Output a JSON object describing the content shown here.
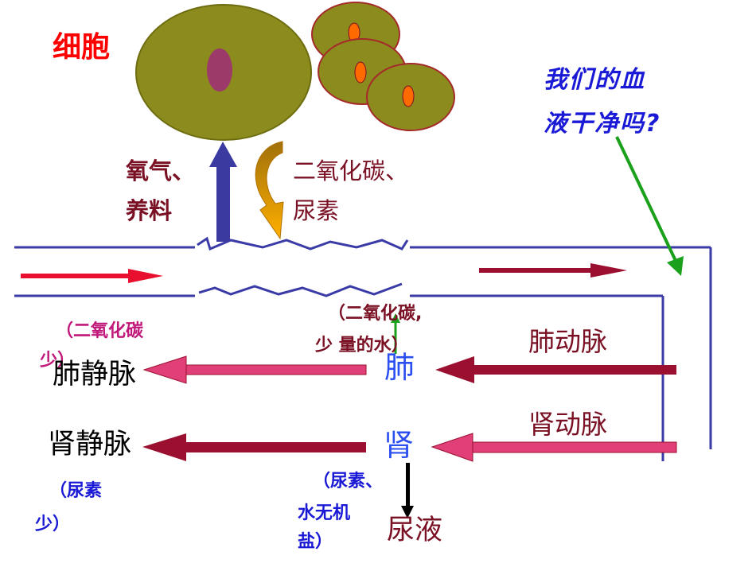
{
  "labels": {
    "cell": "细胞",
    "question_line1": "我们的血",
    "question_line2": "液干净吗?",
    "oxygen_line1": "氧气、",
    "oxygen_line2": "养料",
    "co2_line1": "二氧化碳、",
    "co2_line2": "尿素",
    "lung_note_line1": "（二氧化碳,",
    "lung_note_line2": "少  量的水）",
    "pulmonary_vein_note_line1": "（二氧化碳",
    "pulmonary_vein_note_line2": "少）",
    "pulmonary_vein": "肺静脉",
    "pulmonary_artery": "肺动脉",
    "lung": "肺",
    "renal_vein": "肾静脉",
    "renal_artery": "肾动脉",
    "kidney": "肾",
    "renal_vein_note_line1": "（尿素",
    "renal_vein_note_line2": "少）",
    "urine_note_line1": "（尿素、",
    "urine_note_line2": "水无机",
    "urine_note_line3": "盐）",
    "urine": "尿液"
  },
  "colors": {
    "vessel": "#3b3ba8",
    "cell_fill": "#8b8b1e",
    "cell_edge": "#a52a2a",
    "nucleus_large": "#9c3a6a",
    "nucleus_small": "#ff6a00",
    "artery_arrow": "#9b1030",
    "vein_arrow": "#e03f78",
    "flow_arrow_left": "#e8102e",
    "pointer_arrow": "#1aa01a",
    "up_arrow": "#3a3aa0",
    "curved_arrow": "#f5a000",
    "urine_arrow": "#000000"
  }
}
